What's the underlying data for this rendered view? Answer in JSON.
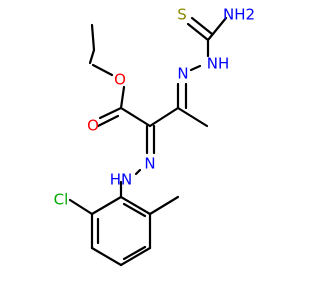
{
  "molecule": {
    "atoms": {
      "s": "S",
      "nh2": "NH2",
      "nh_thio": "NH",
      "n_hydrazone_top": "N",
      "o_ester": "O",
      "o_carbonyl": "O",
      "n_hydrazone_mid": "N",
      "hn_aryl": "HN",
      "cl": "Cl"
    },
    "colors": {
      "bond": "#000000",
      "sulfur": "#8a8a00",
      "nitrogen": "#0000ff",
      "oxygen": "#ff0000",
      "chlorine": "#00aa00",
      "background": "#ffffff"
    }
  }
}
